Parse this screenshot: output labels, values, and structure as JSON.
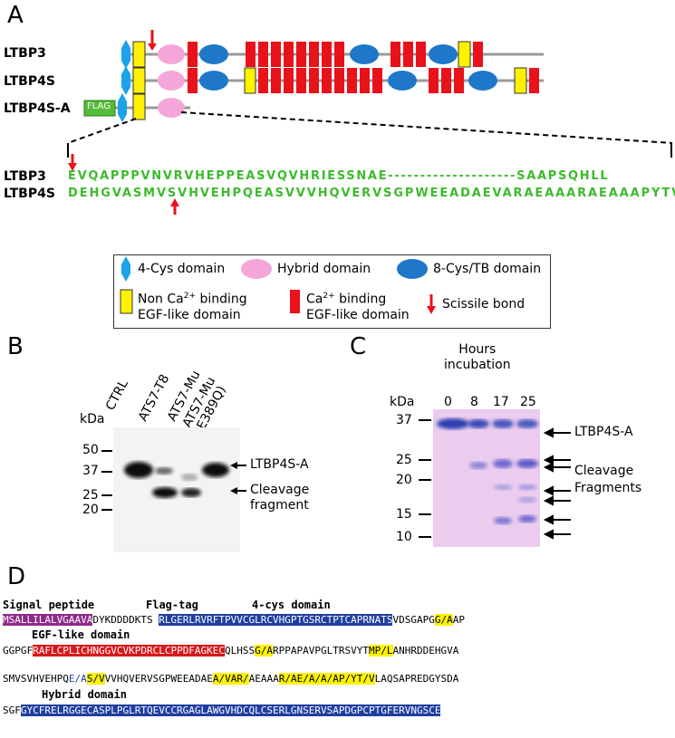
{
  "panels": {
    "a": "A",
    "b": "B",
    "c": "C",
    "d": "D"
  },
  "panelA": {
    "constructs": [
      "LTBP3",
      "LTBP4S",
      "LTBP4S-A"
    ],
    "flag_label": "FLAG",
    "seq_labels": [
      "LTBP3",
      "LTBP4S"
    ],
    "seq1": "EVQAPPPVNVRVHEPPEASVQVHRIESSNAE--------------------SAAPSQHLL",
    "seq2": "DEHGVASMVSVHVEHPQEASVVVHQVERVSGPWEEADAEVARAEAAARAEAAAPYTVL",
    "colors": {
      "red": "#e8121a",
      "yellow": "#fff200",
      "pink": "#f5a6d8",
      "blue": "#1f77c9",
      "green": "#3dbb2d",
      "gray": "#707070"
    },
    "legend": [
      {
        "icon": "hexagon-icon",
        "text": "4-Cys domain"
      },
      {
        "icon": "hybrid-ellipse-icon",
        "text": "Hybrid domain"
      },
      {
        "icon": "tb-ellipse-icon",
        "text": "8-Cys/TB domain"
      },
      {
        "icon": "yellow-box-icon",
        "text": "Non Ca2+ binding EGF-like domain"
      },
      {
        "icon": "red-box-icon",
        "text": "Ca2+ binding EGF-like domain"
      },
      {
        "icon": "red-arrow-icon",
        "text": "Scissile bond"
      }
    ]
  },
  "panelB": {
    "kda": "kDa",
    "lanes": [
      "CTRL",
      "ATS7-T8",
      "ATS7-Mu",
      "ATS7-Mu (E389Q)"
    ],
    "markers": [
      "50",
      "37",
      "25",
      "20"
    ],
    "band_labels": [
      "LTBP4S-A",
      "Cleavage fragment"
    ]
  },
  "panelC": {
    "title": "Hours incubation",
    "kda": "kDa",
    "lanes": [
      "0",
      "8",
      "17",
      "25"
    ],
    "markers": [
      "37",
      "25",
      "20",
      "15",
      "10"
    ],
    "band_labels": [
      "LTBP4S-A",
      "Cleavage Fragments"
    ]
  },
  "panelD": {
    "labels": [
      "Signal peptide",
      "Flag-tag",
      "4-cys domain",
      "EGF-like domain",
      "Hybrid domain"
    ],
    "line1": {
      "sig": "MSALLILALVGAAVA",
      "flag": "DYKDDDDKTS",
      "cys": "RLGERLRVRFTPVVCGLRCVHGPTGSRCTPTCAPRNATS",
      "rest": "VDSGAPG",
      "hl": "G/A",
      "end": "AP"
    },
    "line2": {
      "pre": "GGPGF",
      "egf": "RAFLCPLICHNGGVCVKPDRCLCPPDFAGKEC",
      "mid": "QLHSS",
      "hl1": "G/A",
      "mid2": "RPPAPAVPGLTRSVYT",
      "hl2": "MP/L",
      "end": "ANHRDDEHGVA"
    },
    "line3": {
      "pre": "SMVSVHVEHPQ",
      "ea": "E/A",
      "hl1": "S/V",
      "mid": "VVHQVERVSGPWEEADAE",
      "hl2": "A/VAR/",
      "mid2": "AEAAA",
      "hl3": "R/AE/A/A/AP/YT/V",
      "end": "LAQSAPREDGYSDA"
    },
    "line4": {
      "pre": "SGF",
      "hyb": "GYCFRELRGGECASPLPGLRTQEVCCRGAGLAWGVHDCQLCSERLGNSERVSAPDGPCPTGFERVNGSCE"
    }
  }
}
